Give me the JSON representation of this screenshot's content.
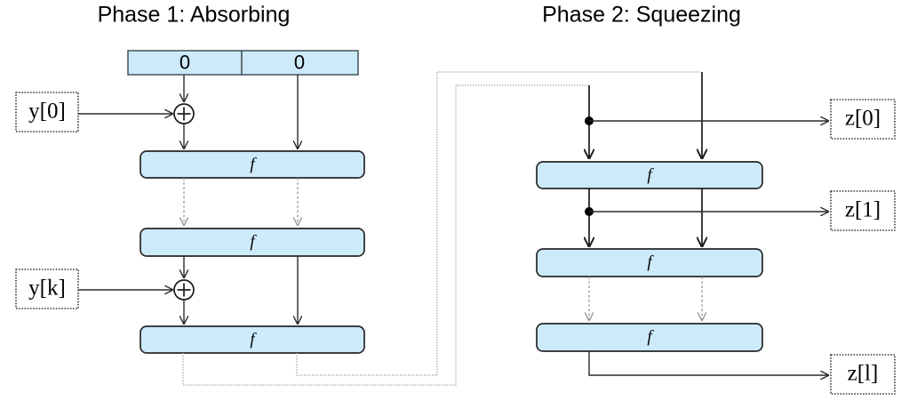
{
  "diagram": {
    "kind": "sponge-construction",
    "phases": [
      {
        "id": "phase1",
        "title": "Phase 1: Absorbing"
      },
      {
        "id": "phase2",
        "title": "Phase 2: Squeezing"
      }
    ],
    "state_register": {
      "cells": [
        {
          "label": "0",
          "name": "rate-cell"
        },
        {
          "label": "0",
          "name": "capacity-cell"
        }
      ]
    },
    "permutation_label": "f",
    "phase1": {
      "f_blocks": [
        {
          "label": "f"
        },
        {
          "label": "f"
        },
        {
          "label": "f"
        }
      ],
      "inputs": [
        {
          "label": "y[0]",
          "var": "y",
          "index": "[0]"
        },
        {
          "label": "y[k]",
          "var": "y",
          "index": "[k]"
        }
      ]
    },
    "phase2": {
      "f_blocks": [
        {
          "label": "f"
        },
        {
          "label": "f"
        },
        {
          "label": "f"
        }
      ],
      "outputs": [
        {
          "label": "z[0]",
          "var": "z",
          "index": "[0]"
        },
        {
          "label": "z[1]",
          "var": "z",
          "index": "[1]"
        },
        {
          "label": "z[l]",
          "var": "z",
          "index": "[l]"
        }
      ]
    },
    "operators": [
      {
        "name": "xor-top",
        "glyph": "+"
      },
      {
        "name": "xor-bottom",
        "glyph": "+"
      }
    ],
    "colors": {
      "block_fill": "#cdeafb",
      "block_stroke": "#262626",
      "state_stroke": "#4d5b63",
      "line": "#1a1a1a",
      "feedback_line": "#b4b4b4",
      "background": "#ffffff"
    }
  }
}
